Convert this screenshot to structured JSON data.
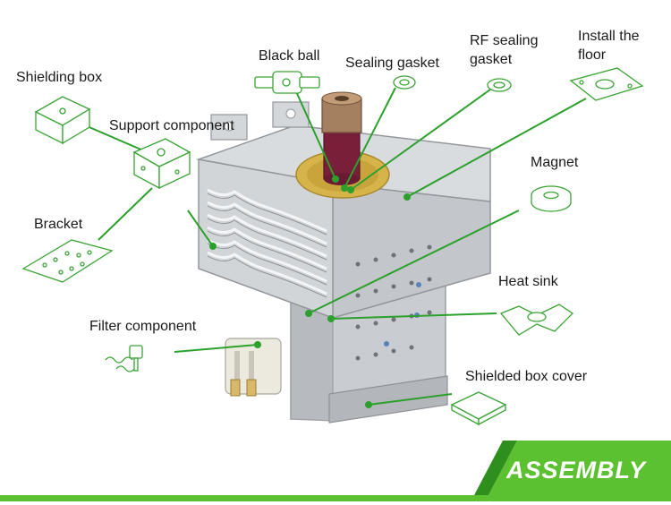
{
  "labels": {
    "black_ball": "Black ball",
    "sealing_gasket": "Sealing gasket",
    "rf_sealing_gasket": "RF sealing gasket",
    "install_the_floor": "Install the floor",
    "shielding_box": "Shielding box",
    "support_component": "Support component",
    "magnet": "Magnet",
    "bracket": "Bracket",
    "heat_sink": "Heat sink",
    "filter_component": "Filter component",
    "shielded_box_cover": "Shielded box cover"
  },
  "banner": {
    "text": "ASSEMBLY"
  },
  "colors": {
    "leader_line": "#2ca02c",
    "icon_stroke": "#3aa335",
    "banner_green": "#5cc130",
    "banner_dark": "#2f8f1d",
    "metal": "#c8cbce",
    "metal_dark": "#9a9ea3",
    "antenna_cap": "#a07a5a",
    "antenna_body": "#7a1f3a",
    "gasket_ring": "#d6b44a"
  }
}
